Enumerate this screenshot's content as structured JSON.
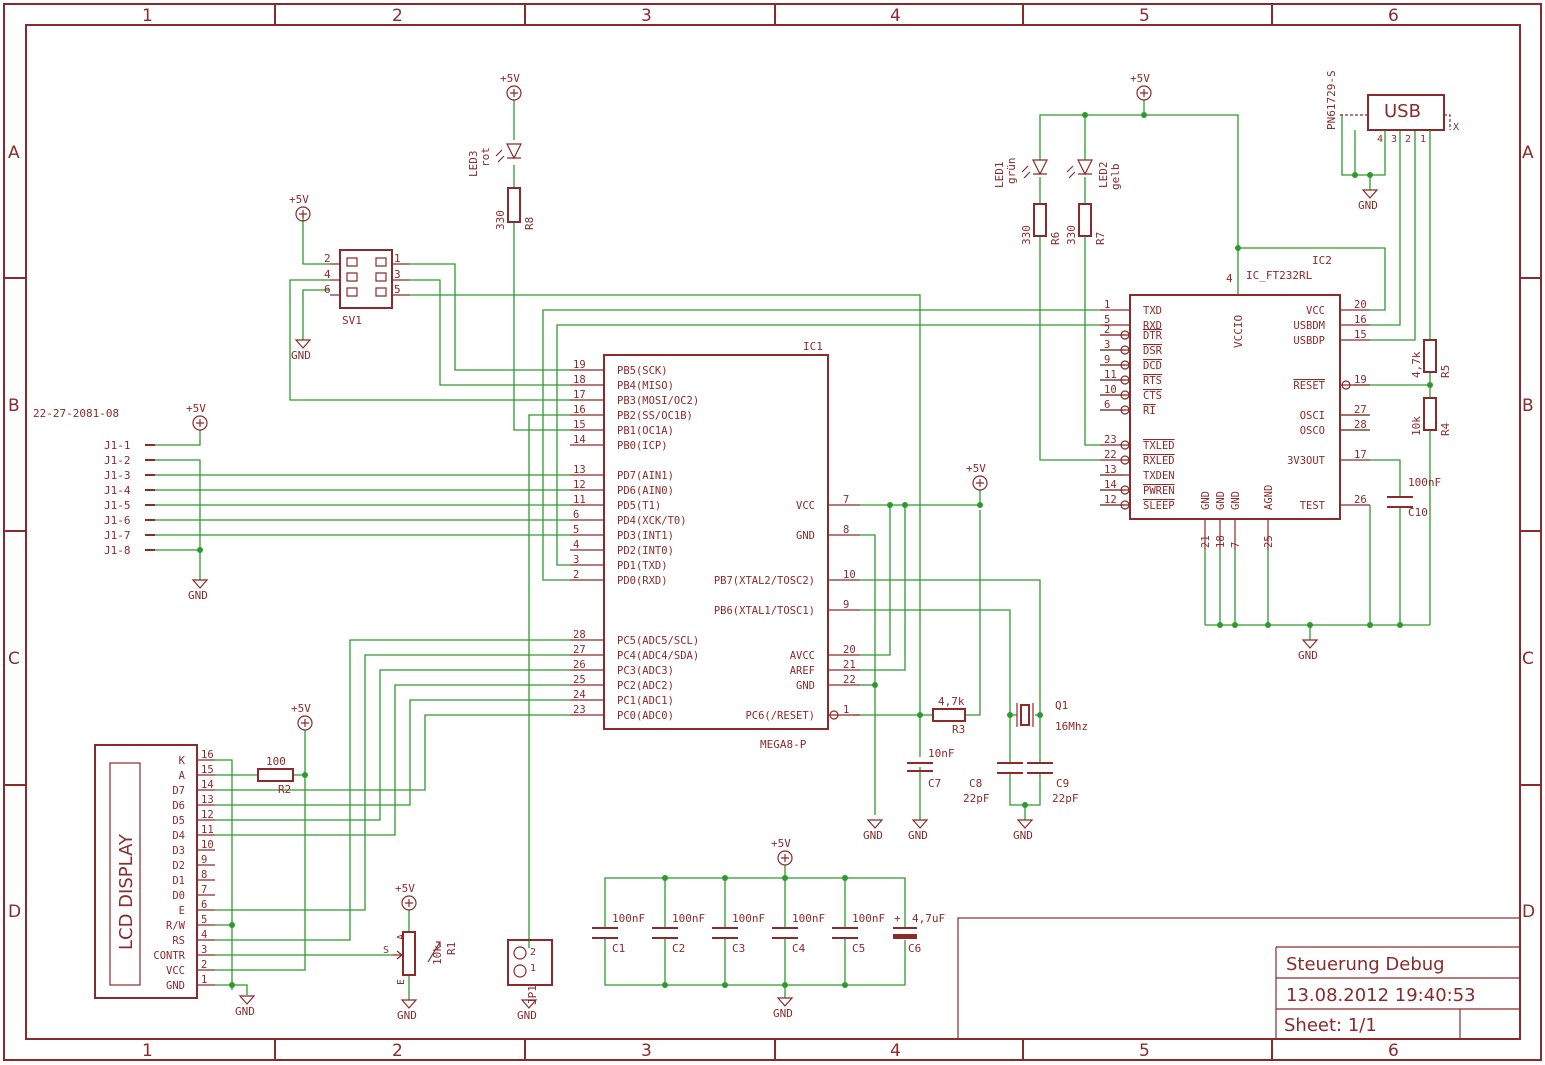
{
  "colors": {
    "component": "#8b2a2a",
    "wire": "#2e9a2e",
    "background": "#ffffff"
  },
  "grid": {
    "columns": [
      "1",
      "2",
      "3",
      "4",
      "5",
      "6"
    ],
    "rows": [
      "A",
      "B",
      "C",
      "D"
    ]
  },
  "title_block": {
    "title": "Steuerung Debug",
    "date": "13.08.2012 19:40:53",
    "sheet": "Sheet: 1/1"
  },
  "supplies": {
    "vcc": "+5V",
    "gnd": "GND"
  },
  "connector_j1": {
    "part": "22-27-2081-08",
    "pins": [
      "J1-1",
      "J1-2",
      "J1-3",
      "J1-4",
      "J1-5",
      "J1-6",
      "J1-7",
      "J1-8"
    ]
  },
  "sv1": {
    "name": "SV1",
    "pins": [
      "2",
      "1",
      "4",
      "3",
      "6",
      "5"
    ]
  },
  "ic1": {
    "name": "IC1",
    "value": "MEGA8-P",
    "left_pins": [
      {
        "num": "19",
        "label": "PB5(SCK)"
      },
      {
        "num": "18",
        "label": "PB4(MISO)"
      },
      {
        "num": "17",
        "label": "PB3(MOSI/OC2)"
      },
      {
        "num": "16",
        "label": "PB2(SS/OC1B)"
      },
      {
        "num": "15",
        "label": "PB1(OC1A)"
      },
      {
        "num": "14",
        "label": "PB0(ICP)"
      },
      {
        "num": "13",
        "label": "PD7(AIN1)"
      },
      {
        "num": "12",
        "label": "PD6(AIN0)"
      },
      {
        "num": "11",
        "label": "PD5(T1)"
      },
      {
        "num": "6",
        "label": "PD4(XCK/T0)"
      },
      {
        "num": "5",
        "label": "PD3(INT1)"
      },
      {
        "num": "4",
        "label": "PD2(INT0)"
      },
      {
        "num": "3",
        "label": "PD1(TXD)"
      },
      {
        "num": "2",
        "label": "PD0(RXD)"
      },
      {
        "num": "28",
        "label": "PC5(ADC5/SCL)"
      },
      {
        "num": "27",
        "label": "PC4(ADC4/SDA)"
      },
      {
        "num": "26",
        "label": "PC3(ADC3)"
      },
      {
        "num": "25",
        "label": "PC2(ADC2)"
      },
      {
        "num": "24",
        "label": "PC1(ADC1)"
      },
      {
        "num": "23",
        "label": "PC0(ADC0)"
      }
    ],
    "right_pins": [
      {
        "num": "7",
        "label": "VCC"
      },
      {
        "num": "8",
        "label": "GND"
      },
      {
        "num": "10",
        "label": "PB7(XTAL2/TOSC2)"
      },
      {
        "num": "9",
        "label": "PB6(XTAL1/TOSC1)"
      },
      {
        "num": "20",
        "label": "AVCC"
      },
      {
        "num": "21",
        "label": "AREF"
      },
      {
        "num": "22",
        "label": "GND"
      },
      {
        "num": "1",
        "label": "PC6(/RESET)"
      }
    ]
  },
  "ic2": {
    "name": "IC2",
    "value": "IC_FT232RL",
    "vccio_pin": "4",
    "vccio_label": "VCCIO",
    "left_pins": [
      {
        "num": "1",
        "label": "TXD"
      },
      {
        "num": "5",
        "label": "RXD"
      },
      {
        "num": "2",
        "label": "DTR"
      },
      {
        "num": "3",
        "label": "DSR"
      },
      {
        "num": "9",
        "label": "DCD"
      },
      {
        "num": "11",
        "label": "RTS"
      },
      {
        "num": "10",
        "label": "CTS"
      },
      {
        "num": "6",
        "label": "RI"
      },
      {
        "num": "23",
        "label": "TXLED"
      },
      {
        "num": "22",
        "label": "RXLED"
      },
      {
        "num": "13",
        "label": "TXDEN"
      },
      {
        "num": "14",
        "label": "PWREN"
      },
      {
        "num": "12",
        "label": "SLEEP"
      }
    ],
    "right_pins": [
      {
        "num": "20",
        "label": "VCC"
      },
      {
        "num": "16",
        "label": "USBDM"
      },
      {
        "num": "15",
        "label": "USBDP"
      },
      {
        "num": "19",
        "label": "RESET"
      },
      {
        "num": "27",
        "label": "OSCI"
      },
      {
        "num": "28",
        "label": "OSCO"
      },
      {
        "num": "17",
        "label": "3V3OUT"
      },
      {
        "num": "26",
        "label": "TEST"
      }
    ],
    "bottom_pins": [
      {
        "num": "21",
        "label": "GND"
      },
      {
        "num": "18",
        "label": "GND"
      },
      {
        "num": "7",
        "label": "GND"
      },
      {
        "num": "25",
        "label": "AGND"
      }
    ]
  },
  "usb": {
    "name": "USB",
    "part": "PN61729-S",
    "pins": [
      "4",
      "3",
      "2",
      "1"
    ],
    "x": "X"
  },
  "lcd": {
    "name": "LCD DISPLAY",
    "pins": [
      {
        "num": "16",
        "label": "K"
      },
      {
        "num": "15",
        "label": "A"
      },
      {
        "num": "14",
        "label": "D7"
      },
      {
        "num": "13",
        "label": "D6"
      },
      {
        "num": "12",
        "label": "D5"
      },
      {
        "num": "11",
        "label": "D4"
      },
      {
        "num": "10",
        "label": "D3"
      },
      {
        "num": "9",
        "label": "D2"
      },
      {
        "num": "8",
        "label": "D1"
      },
      {
        "num": "7",
        "label": "D0"
      },
      {
        "num": "6",
        "label": "E"
      },
      {
        "num": "5",
        "label": "R/W"
      },
      {
        "num": "4",
        "label": "RS"
      },
      {
        "num": "3",
        "label": "CONTR"
      },
      {
        "num": "2",
        "label": "VCC"
      },
      {
        "num": "1",
        "label": "GND"
      }
    ]
  },
  "components": {
    "led3": {
      "name": "LED3",
      "value": "rot"
    },
    "led1": {
      "name": "LED1",
      "value": "grün"
    },
    "led2": {
      "name": "LED2",
      "value": "gelb"
    },
    "r8": {
      "name": "R8",
      "value": "330"
    },
    "r6": {
      "name": "R6",
      "value": "330"
    },
    "r7": {
      "name": "R7",
      "value": "330"
    },
    "r5": {
      "name": "R5",
      "value": "4,7k"
    },
    "r4": {
      "name": "R4",
      "value": "10k"
    },
    "r3": {
      "name": "R3",
      "value": "4,7k"
    },
    "r2": {
      "name": "R2",
      "value": "100"
    },
    "r1": {
      "name": "R1",
      "value": "10k",
      "pin_a": "A",
      "pin_e": "E",
      "pin_s": "S"
    },
    "q1": {
      "name": "Q1",
      "value": "16Mhz"
    },
    "c7": {
      "name": "C7",
      "value": "10nF"
    },
    "c8": {
      "name": "C8",
      "value": "22pF"
    },
    "c9": {
      "name": "C9",
      "value": "22pF"
    },
    "c10": {
      "name": "C10",
      "value": "100nF"
    },
    "c1": {
      "name": "C1",
      "value": "100nF"
    },
    "c2": {
      "name": "C2",
      "value": "100nF"
    },
    "c3": {
      "name": "C3",
      "value": "100nF"
    },
    "c4": {
      "name": "C4",
      "value": "100nF"
    },
    "c5": {
      "name": "C5",
      "value": "100nF"
    },
    "c6": {
      "name": "C6",
      "value": "4,7uF"
    },
    "jp1": {
      "name": "JP1",
      "pins": [
        "2",
        "1"
      ]
    }
  }
}
